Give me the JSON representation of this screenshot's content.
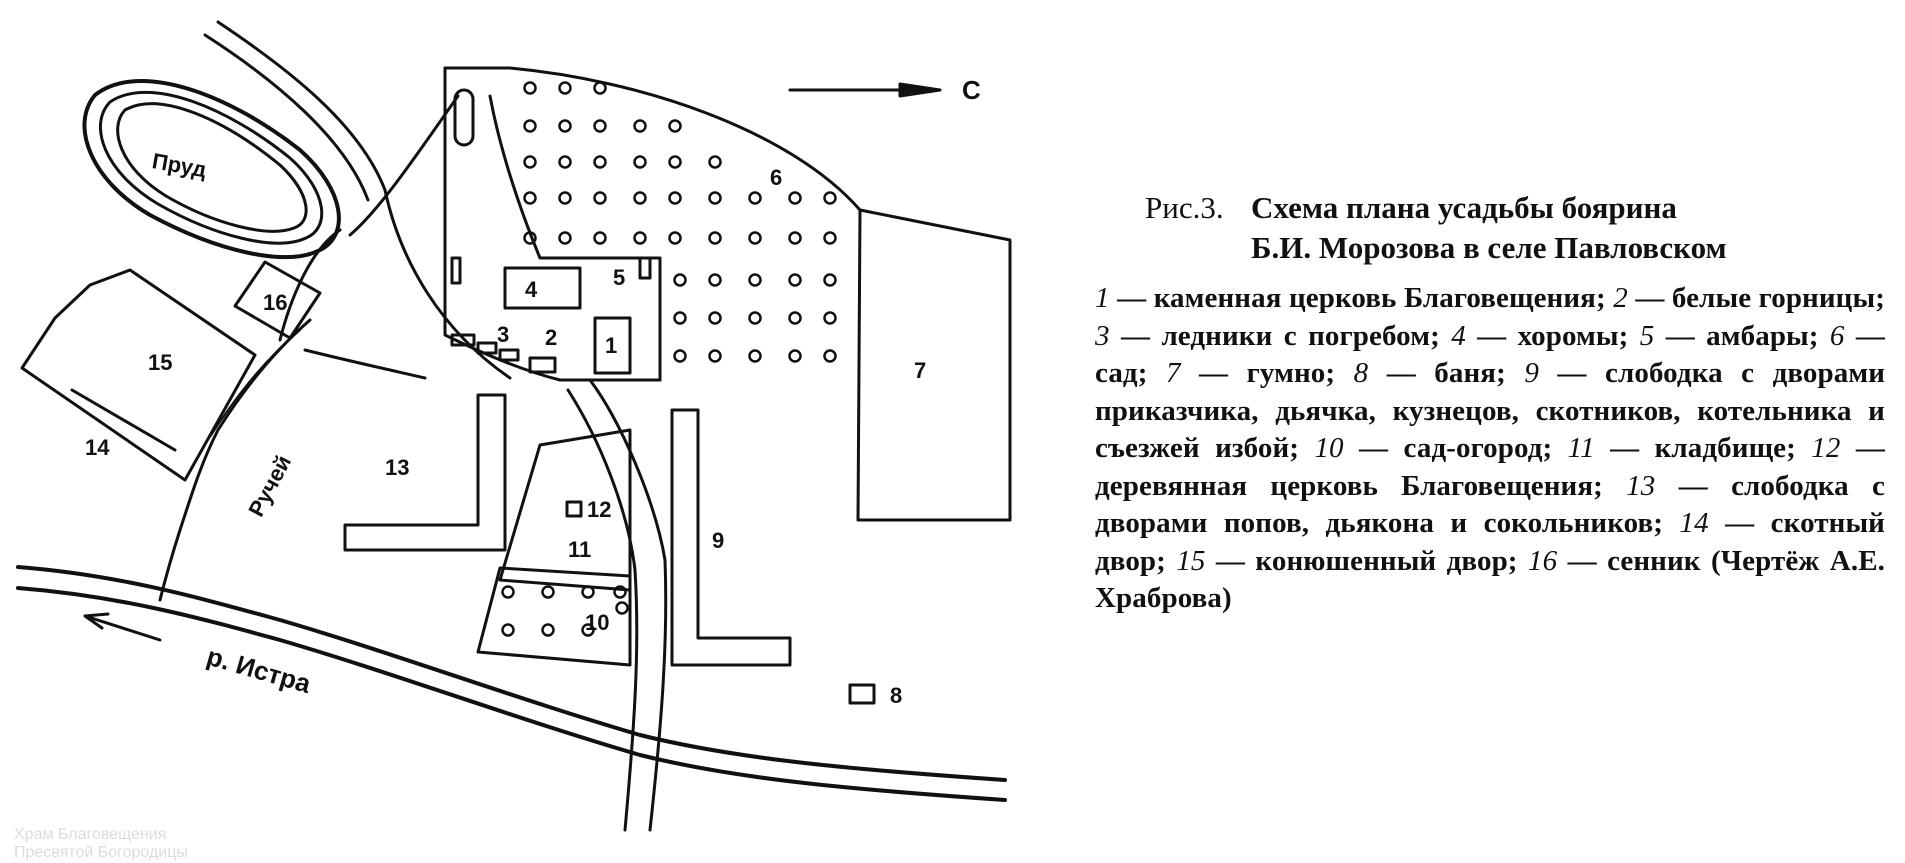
{
  "plan": {
    "north_label": "С",
    "pond_label": "Пруд",
    "stream_label": "Ручей",
    "river_label": "р. Истра",
    "numbers": [
      "1",
      "2",
      "3",
      "4",
      "5",
      "6",
      "7",
      "8",
      "9",
      "10",
      "11",
      "12",
      "13",
      "14",
      "15",
      "16"
    ]
  },
  "caption": {
    "prefix": "Рис.3.",
    "title_line1": "Схема плана усадьбы боярина",
    "title_line2": "Б.И. Морозова в селе Павловском",
    "legend": [
      {
        "num": "1",
        "text": "каменная церковь Благовещения;"
      },
      {
        "num": "2",
        "text": "белые горницы;"
      },
      {
        "num": "3",
        "text": "ледники с погребом;"
      },
      {
        "num": "4",
        "text": "хоромы;"
      },
      {
        "num": "5",
        "text": "амбары;"
      },
      {
        "num": "6",
        "text": "сад;"
      },
      {
        "num": "7",
        "text": "гумно;"
      },
      {
        "num": "8",
        "text": "баня;"
      },
      {
        "num": "9",
        "text": "слободка с дворами приказчика, дьячка, кузнецов, скотников, котельника и съезжей избой;"
      },
      {
        "num": "10",
        "text": "сад-огород;"
      },
      {
        "num": "11",
        "text": "кладбище;"
      },
      {
        "num": "12",
        "text": "деревянная церковь Благовещения;"
      },
      {
        "num": "13",
        "text": "слободка с дворами попов, дьякона и сокольников;"
      },
      {
        "num": "14",
        "text": "скотный двор;"
      },
      {
        "num": "15",
        "text": "конюшенный двор;"
      },
      {
        "num": "16",
        "text": "сенник"
      }
    ],
    "credit": "(Чертёж А.Е. Храброва)"
  },
  "watermark": {
    "line1": "Храм Благовещения",
    "line2": "Пресвятой Богородицы"
  }
}
